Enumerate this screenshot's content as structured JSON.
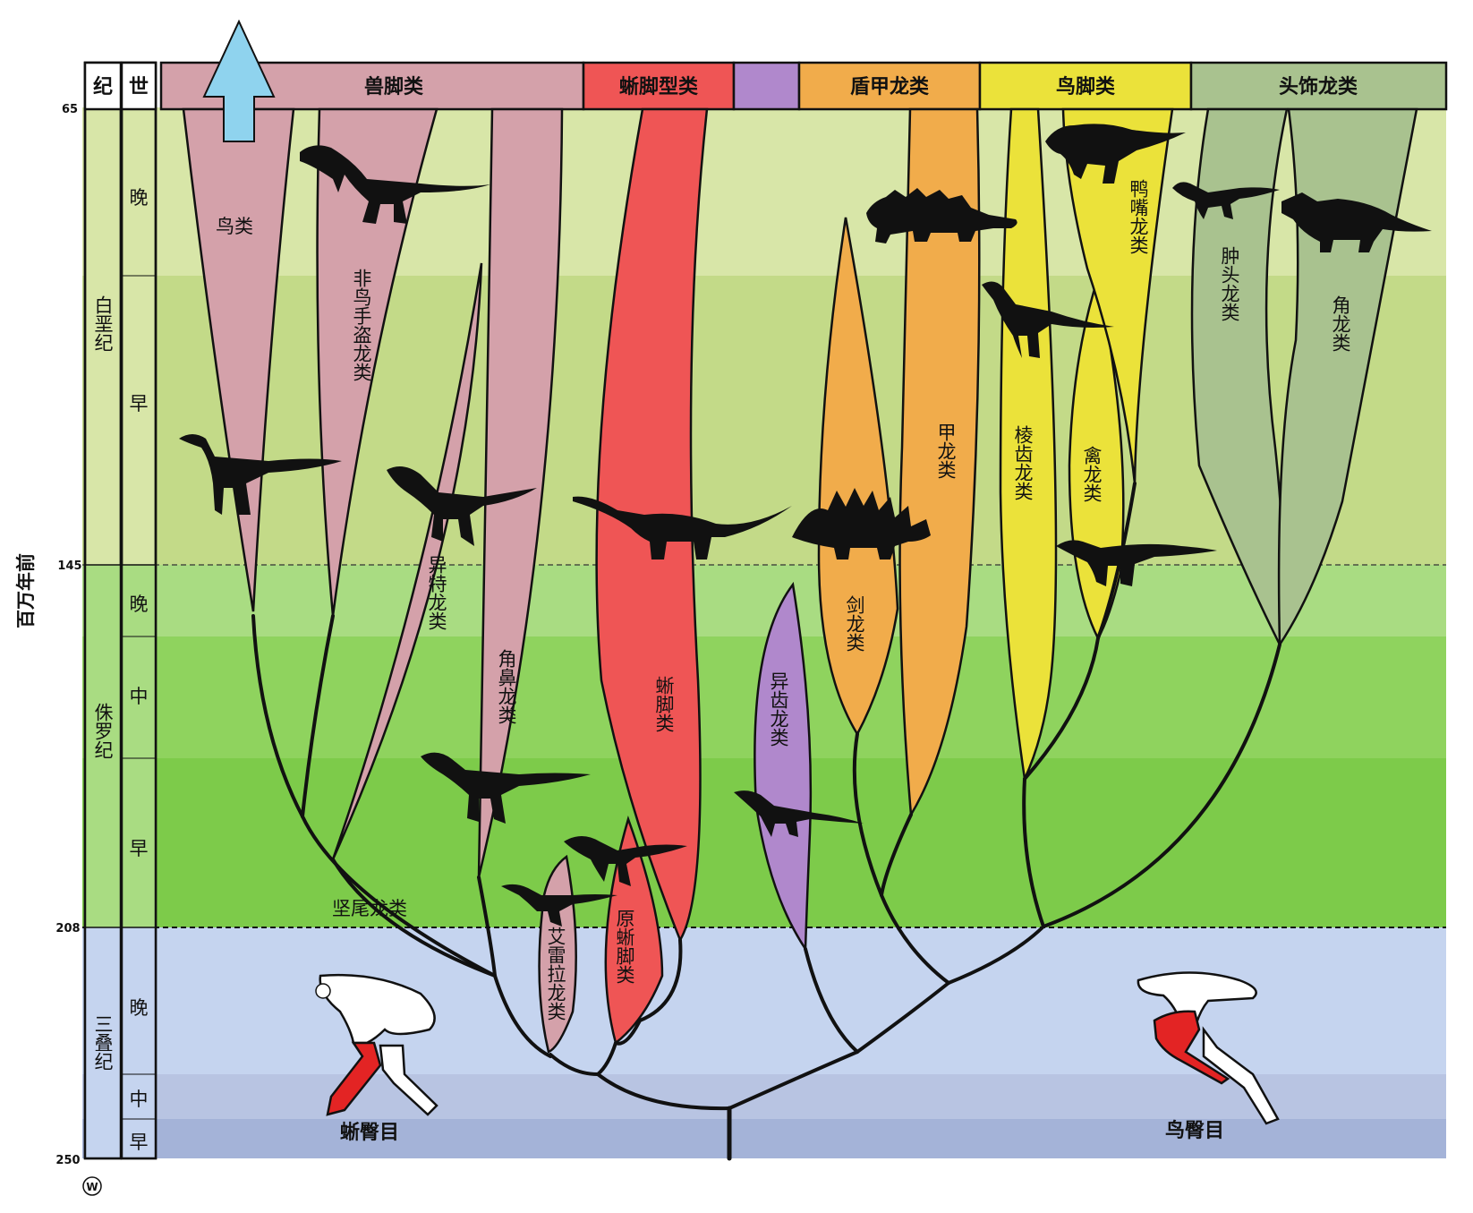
{
  "axis": {
    "label": "百万年前",
    "ticks": [
      "65",
      "145",
      "208",
      "250"
    ]
  },
  "column_headers": {
    "period": "纪",
    "epoch": "世"
  },
  "periods": [
    {
      "name": "白垩纪"
    },
    {
      "name": "侏罗纪"
    },
    {
      "name": "三叠纪"
    }
  ],
  "epochs": [
    "晚",
    "早",
    "晚",
    "中",
    "早",
    "晚",
    "中",
    "早"
  ],
  "clades": [
    {
      "name": "兽脚类",
      "color": "#d4a1aa"
    },
    {
      "name": "蜥脚型类",
      "color": "#ef5555"
    },
    {
      "name": "",
      "color": "#b088cc"
    },
    {
      "name": "盾甲龙类",
      "color": "#f1ac4b"
    },
    {
      "name": "鸟脚类",
      "color": "#ebe23a"
    },
    {
      "name": "头饰龙类",
      "color": "#a9c28f"
    }
  ],
  "lineages": [
    {
      "name": "鸟类"
    },
    {
      "name": "非鸟手盗龙类"
    },
    {
      "name": "异特龙类"
    },
    {
      "name": "角鼻龙类"
    },
    {
      "name": "蜥脚类"
    },
    {
      "name": "原蜥脚类"
    },
    {
      "name": "艾雷拉龙类"
    },
    {
      "name": "异齿龙类"
    },
    {
      "name": "剑龙类"
    },
    {
      "name": "甲龙类"
    },
    {
      "name": "棱齿龙类"
    },
    {
      "name": "禽龙类"
    },
    {
      "name": "鸭嘴龙类"
    },
    {
      "name": "肿头龙类"
    },
    {
      "name": "角龙类"
    }
  ],
  "group_labels": {
    "tetanurae": "坚尾龙类",
    "saurischia": "蜥臀目",
    "ornithischia": "鸟臀目"
  },
  "watermark": "W",
  "colors": {
    "cretaceous_light": "#d8e6a8",
    "cretaceous_mid": "#c3da88",
    "jurassic_late": "#a9dc82",
    "jurassic_mid": "#8fd35e",
    "jurassic_early": "#7dcb4a",
    "triassic": "#c5d4ef",
    "triassic_mid": "#b8c4e2",
    "triassic_early": "#a4b3d8",
    "arrow": "#8fd3ee"
  }
}
